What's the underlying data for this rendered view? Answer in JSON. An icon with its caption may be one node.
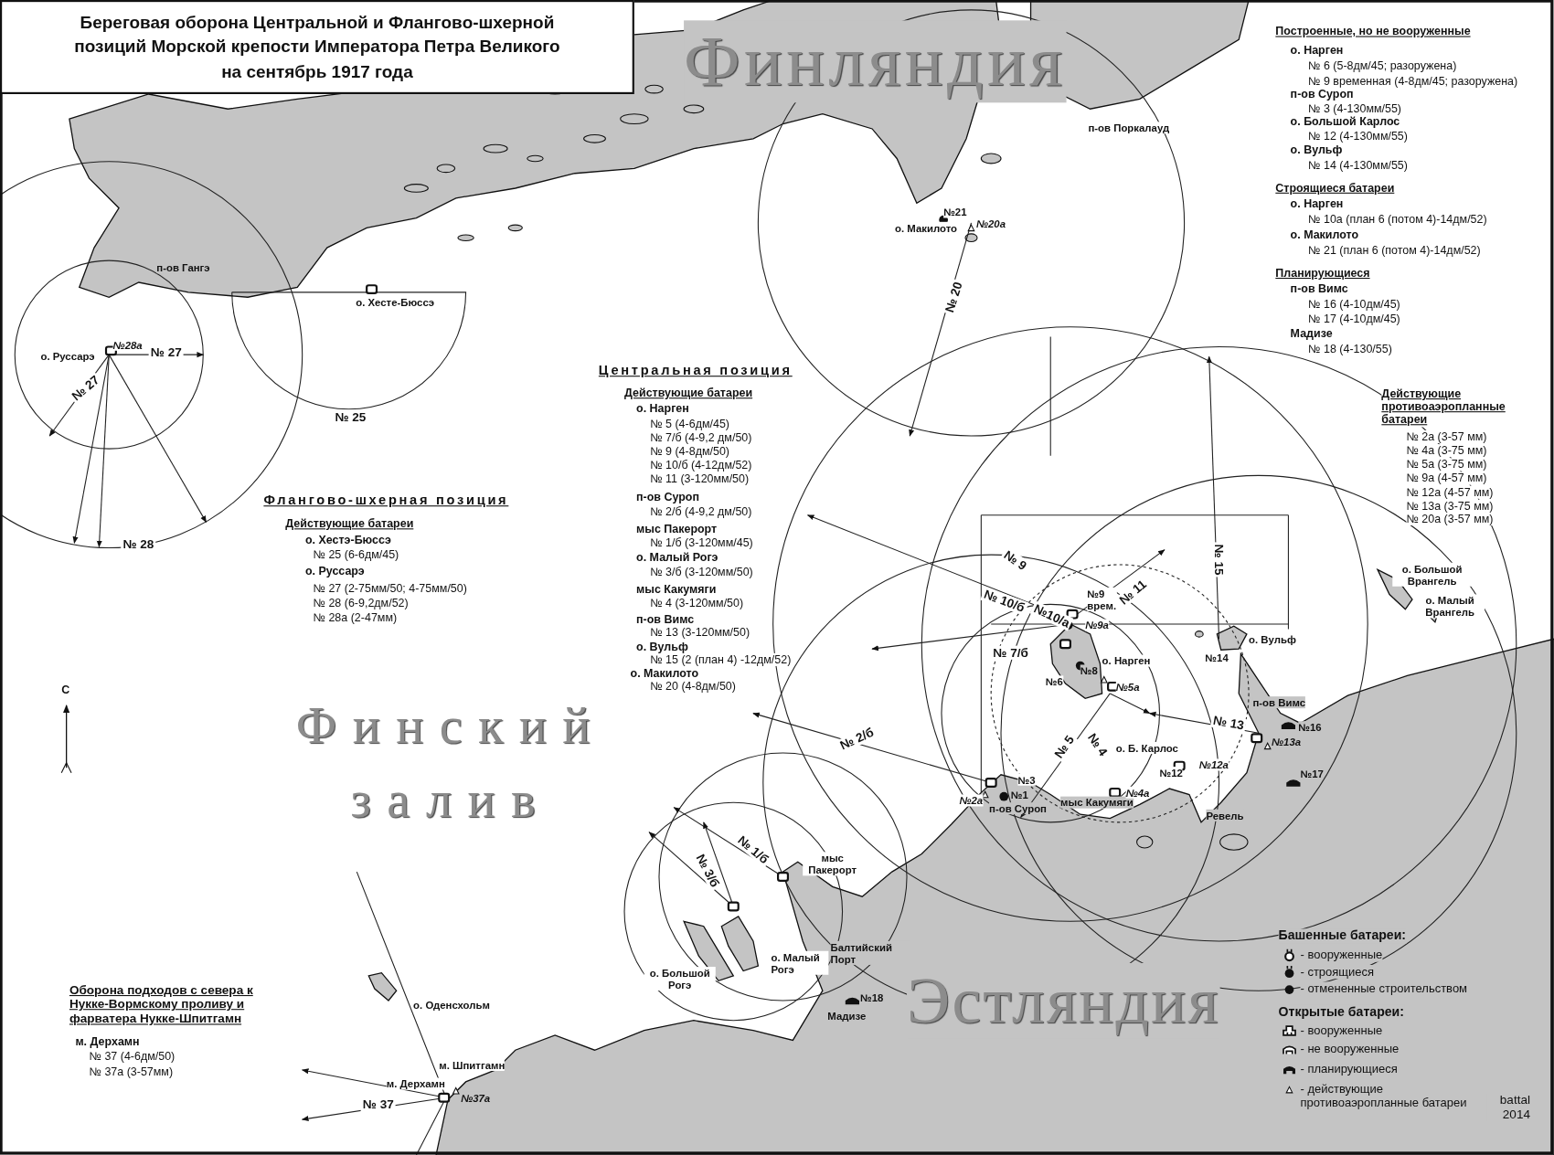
{
  "diagram": {
    "title": "Береговая оборона Центральной и Фланговo-шхерной позиций Морской крепости Императора Петра Великого на сентябрь 1917 года",
    "labels": [
      "Финляндия",
      "Финский залив",
      "Эстляндия",
      "Построенные, но не вооруженные",
      "о. Нарген",
      "№ 6 (5-8дм/45; разоружена)",
      "№ 9 временная (4-8дм/45; разоружена)",
      "п-ов Суроп",
      "№ 3 (4-130мм/55)",
      "о. Большой Карлос",
      "№ 12 (4-130мм/55)",
      "о. Вульф",
      "№ 14 (4-130мм/55)",
      "Строящиеся батареи",
      "о. Нарген",
      "№ 10а (план 6 (потом 4)-14дм/52)",
      "о. Макилото",
      "№ 21 (план 6 (потом 4)-14дм/52)",
      "Планирующиеся",
      "п-ов Вимс",
      "№ 16 (4-10дм/45)",
      "№ 17 (4-10дм/45)",
      "Мадизе",
      "№ 18 (4-130/55)",
      "Действующие противоаэропланные батареи",
      "№ 2а (3-57 мм)",
      "№ 4а (3-75 мм)",
      "№ 5а (3-75 мм)",
      "№ 9а (4-57 мм)",
      "№ 12а (4-57 мм)",
      "№ 13а (3-75 мм)",
      "№ 20а (3-57 мм)",
      "Центральная позиция",
      "Действующие батареи",
      "о. Нарген",
      "№ 5 (4-6дм/45)",
      "№ 7/б (4-9,2 дм/50)",
      "№ 9 (4-8дм/50)",
      "№ 10/б (4-12дм/52)",
      "№ 11 (3-120мм/50)",
      "п-ов Суроп",
      "№ 2/б (4-9,2 дм/50)",
      "мыс Пакерорт",
      "№ 1/б (3-120мм/45)",
      "о. Малый Рогэ",
      "№ 3/б (3-120мм/50)",
      "мыс Какумяги",
      "№ 4 (3-120мм/50)",
      "п-ов Вимс",
      "№ 13 (3-120мм/50)",
      "о. Вульф",
      "№ 15 (2 (план 4) -12дм/52)",
      "о. Макилото",
      "№ 20 (4-8дм/50)",
      "Флангово-шхерная позиция",
      "Действующие батареи",
      "о. Хестэ-Бюссэ",
      "№ 25 (6-6дм/45)",
      "о. Руссарэ",
      "№ 27 (2-75мм/50; 4-75мм/50)",
      "№ 28 (6-9,2дм/52)",
      "№ 28а (2-47мм)",
      "Оборона подходов с севера к Нукке-Вормскому проливу и фарватера Нукке-Шпитгамн",
      "м. Дерхамн",
      "№ 37 (4-6дм/50)",
      "№ 37а (3-57мм)",
      "Башенные батареи:",
      "Открытые батареи:",
      "battal 2014",
      "С",
      "п-ов Гангэ",
      "о. Хесте-Бюссэ",
      "о. Руссарэ",
      "№28а",
      "№ 27",
      "№ 27",
      "№ 25",
      "№ 28",
      "п-ов Поркалауд",
      "№21",
      "о. Макилото",
      "№20а",
      "№ 20",
      "№ 9",
      "№ 10/б",
      "№10/а",
      "№9 врем.",
      "№9а",
      "№ 11",
      "№ 15",
      "о. Вульф",
      "№14",
      "№ 7/б",
      "о. Нарген",
      "№8",
      "№6",
      "№5а",
      "о. Большой Врангель",
      "о. Малый Врангель",
      "п-ов Вимс",
      "№16",
      "№ 13",
      "№13а",
      "№ 2/б",
      "№ 5",
      "№ 4",
      "о. Б. Карлос",
      "№12",
      "№12а",
      "№17",
      "№3",
      "№2а",
      "№1",
      "п-ов Суроп",
      "мыс Какумяги",
      "№4а",
      "Ревель",
      "№ 1/б",
      "№ 3/б",
      "мыс Пакерорт",
      "Балтийский Порт",
      "о. Малый Рогэ",
      "о. Большой Рогэ",
      "№18",
      "Мадизе",
      "о. Оденсхольм",
      "м. Шпитгамн",
      "м. Дерхамн",
      "№37а",
      "№ 37"
    ],
    "legend": [
      {
        "text": "- вооруженные"
      },
      {
        "text": "- строящиеся"
      },
      {
        "text": "- отмененные строительством"
      },
      {
        "text": "- вооруженные"
      },
      {
        "text": "- не вооруженные"
      },
      {
        "text": "- планирующиеся"
      },
      {
        "text": "- действующие противоаэропланные батареи"
      }
    ]
  }
}
